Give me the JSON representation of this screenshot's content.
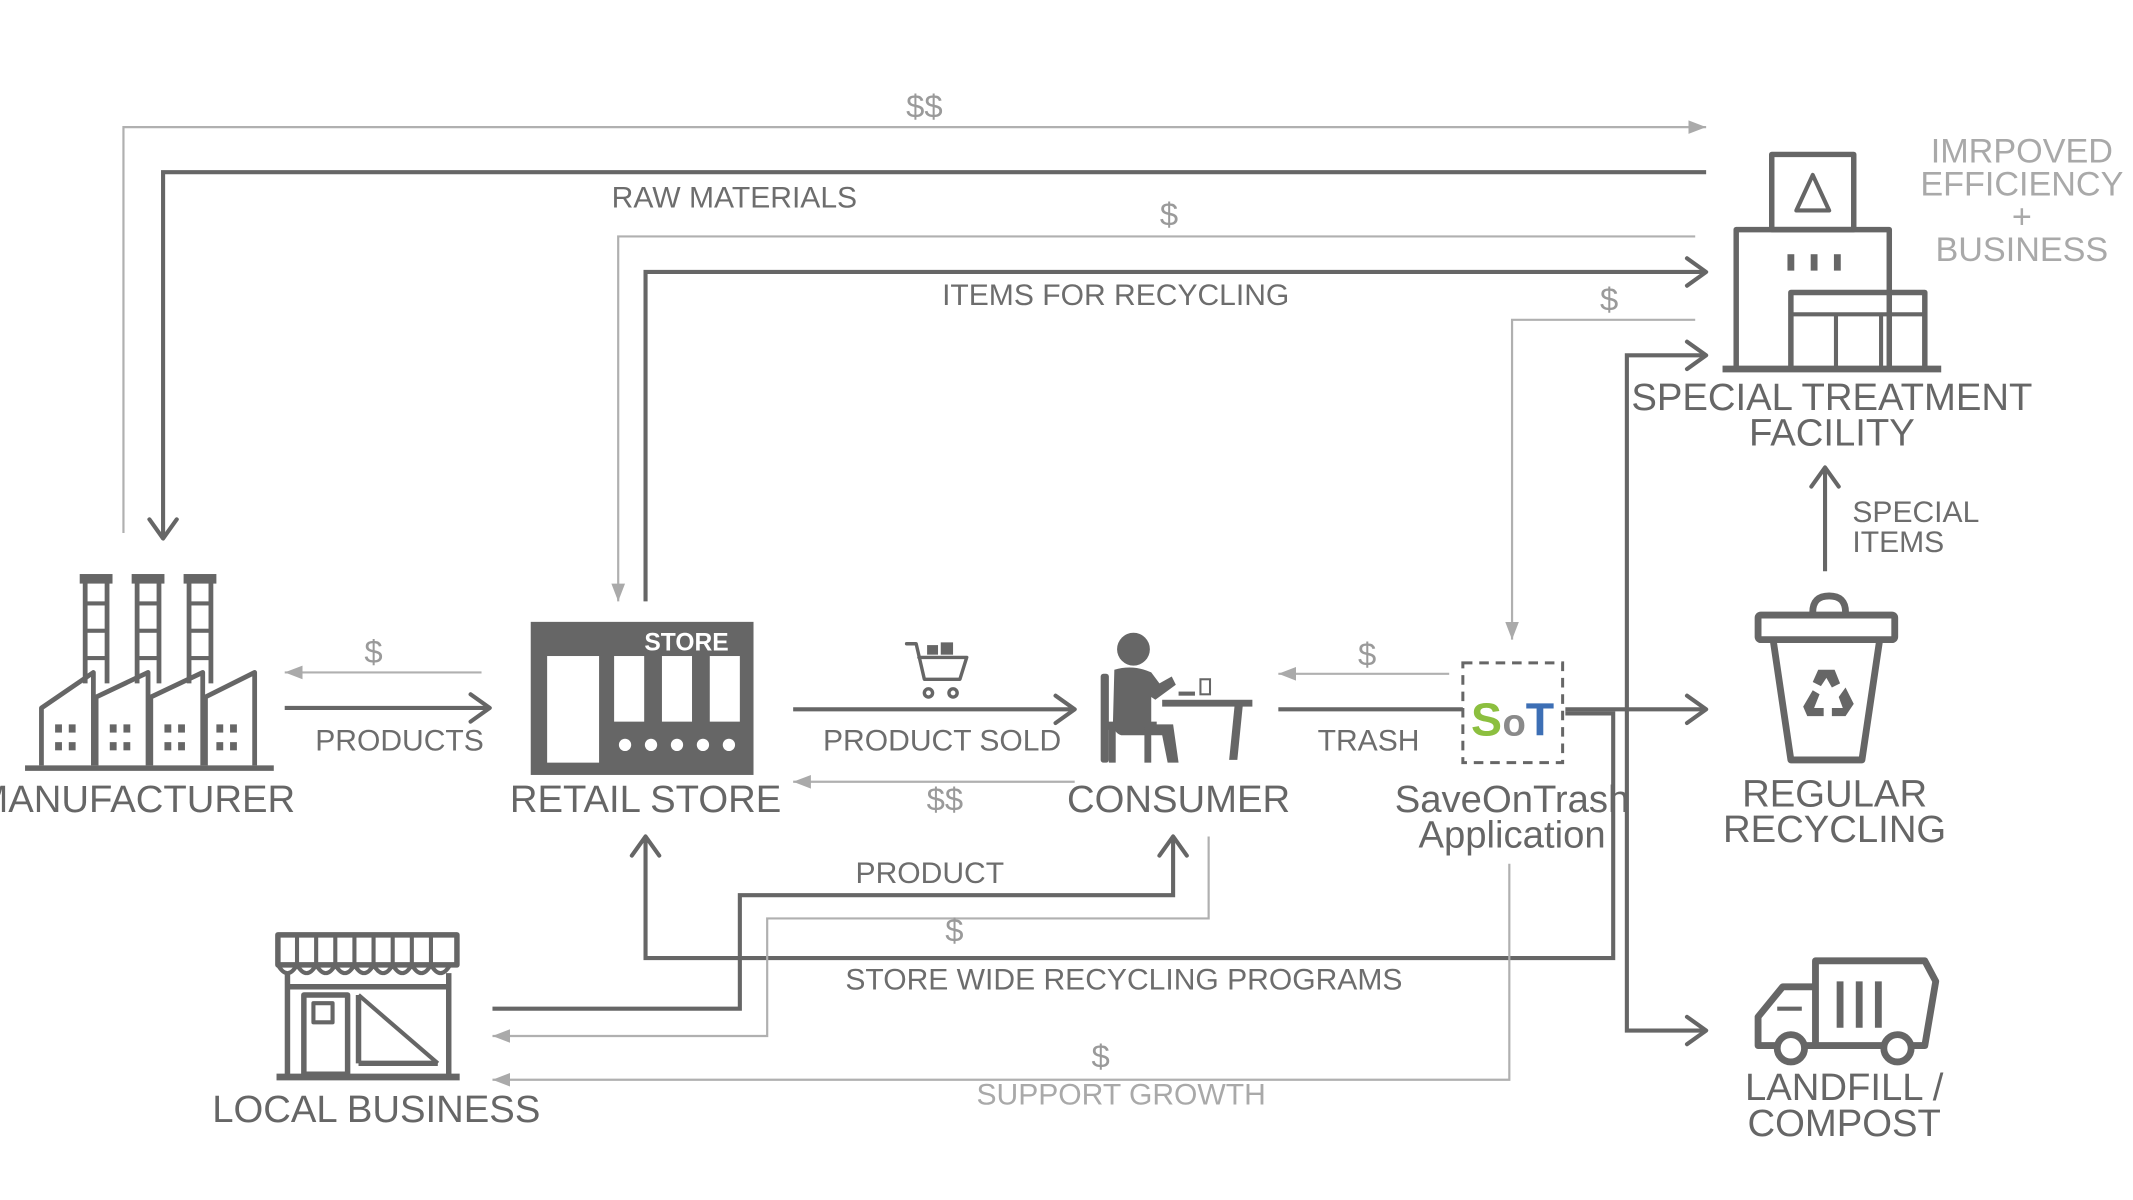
{
  "nodes": {
    "manufacturer": "MANUFACTURER",
    "retail_store": "RETAIL STORE",
    "store_sign": "STORE",
    "consumer": "CONSUMER",
    "app_line1": "SaveOnTrash",
    "app_line2": "Application",
    "app_logo_s": "S",
    "app_logo_o": "o",
    "app_logo_t": "T",
    "facility_line1": "SPECIAL TREATMENT",
    "facility_line2": "FACILITY",
    "recycling_line1": "REGULAR",
    "recycling_line2": "RECYCLING",
    "landfill_line1": "LANDFILL /",
    "landfill_line2": "COMPOST",
    "local_business": "LOCAL BUSINESS"
  },
  "flows": {
    "top_money": "$$",
    "raw_materials": "RAW MATERIALS",
    "store_money": "$",
    "items_for_recycling": "ITEMS FOR RECYCLING",
    "app_money": "$",
    "products": "PRODUCTS",
    "manufacturer_money": "$",
    "product_sold": "PRODUCT SOLD",
    "consumer_money": "$$",
    "trash": "TRASH",
    "trash_money": "$",
    "product": "PRODUCT",
    "local_money": "$",
    "store_wide": "STORE WIDE RECYCLING PROGRAMS",
    "support_money": "$",
    "support_growth": "SUPPORT GROWTH",
    "special_items_line1": "SPECIAL",
    "special_items_line2": "ITEMS"
  },
  "note": {
    "line1": "IMRPOVED",
    "line2": "EFFICIENCY",
    "line3": "+",
    "line4": "BUSINESS"
  },
  "colors": {
    "dark": "#666666",
    "light": "#a9a9a9",
    "logo_green": "#8cbf3f",
    "logo_gray": "#8a8a8a",
    "logo_blue": "#3d6fb5"
  }
}
